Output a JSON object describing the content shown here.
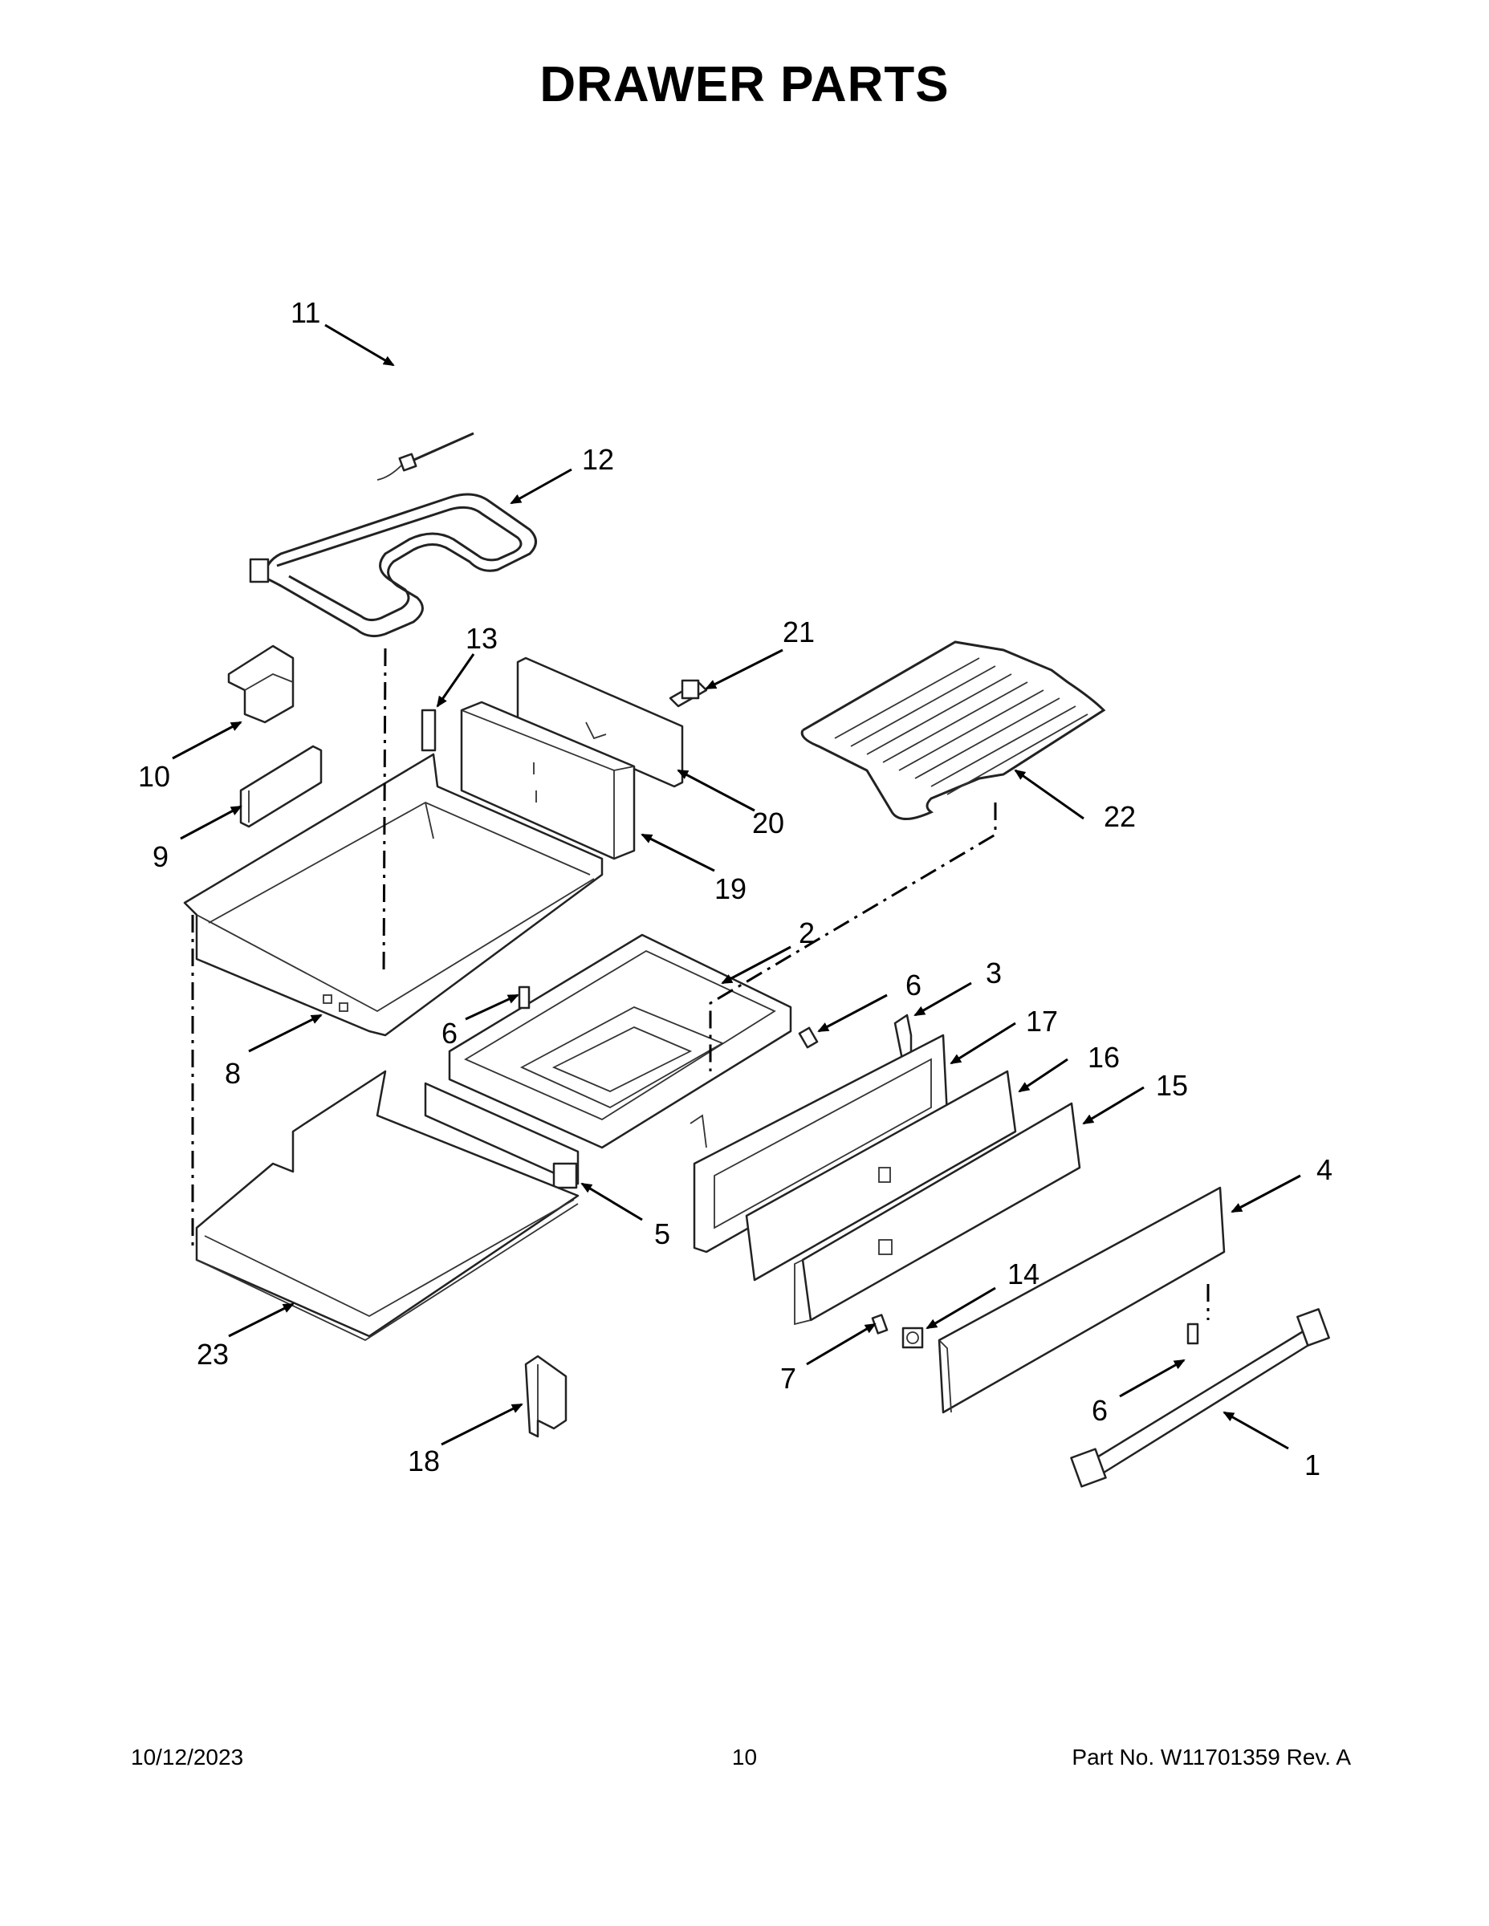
{
  "title": "DRAWER PARTS",
  "callouts": [
    "11",
    "12",
    "13",
    "21",
    "10",
    "9",
    "20",
    "22",
    "19",
    "2",
    "8",
    "6",
    "6",
    "3",
    "17",
    "16",
    "15",
    "4",
    "5",
    "23",
    "14",
    "7",
    "6",
    "18",
    "1"
  ],
  "footer": {
    "date": "10/12/2023",
    "page_number": "10",
    "part_number": "Part No.  W11701359  Rev.  A"
  }
}
